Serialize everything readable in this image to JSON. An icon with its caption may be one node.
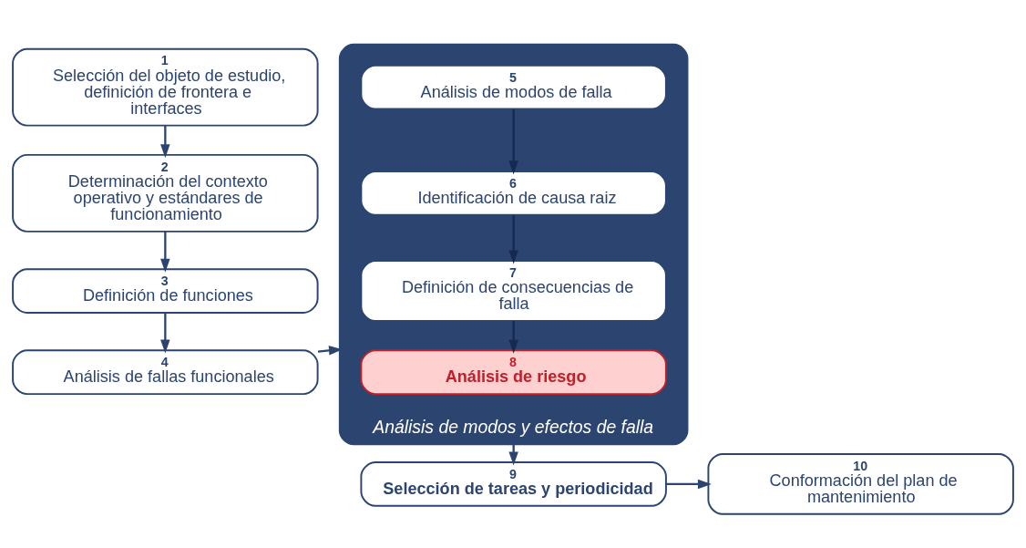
{
  "diagram": {
    "nodes": [
      {
        "text": [
          "1",
          "Selección del objeto de estudio, definición de frontera e interfaces"
        ]
      },
      {
        "text": [
          "2",
          "Determinación del contexto operativo y estándares de funcionamiento"
        ]
      },
      {
        "text": [
          "3",
          "Definición de funciones"
        ]
      },
      {
        "text": [
          "4",
          "Análisis de fallas funcionales"
        ]
      },
      {
        "text": [
          "Análisis de modos y efectos de falla"
        ]
      },
      {
        "text": [
          "5",
          "Análisis de modos de falla"
        ],
        "in": 4
      },
      {
        "text": [
          "6",
          "Identificación de causa raiz"
        ],
        "in": 4
      },
      {
        "text": [
          "7",
          "Definición de consecuencias de falla"
        ],
        "in": 4
      },
      {
        "text": [
          "8",
          "Análisis de riesgo"
        ],
        "in": 4
      },
      {
        "text": [
          "9",
          "Selección de tareas y periodicidad"
        ]
      },
      {
        "text": [
          "10",
          "Conformación del plan de mantenimiento"
        ]
      }
    ],
    "edges": [
      {
        "from": 0,
        "to": 1,
        "arrow": "to"
      },
      {
        "from": 1,
        "to": 2,
        "arrow": "to"
      },
      {
        "from": 2,
        "to": 3,
        "arrow": "to"
      },
      {
        "from": 3,
        "to": 4,
        "arrow": "to"
      },
      {
        "from": 5,
        "to": 6,
        "arrow": "to",
        "color": "#142a52"
      },
      {
        "from": 6,
        "to": 7,
        "arrow": "to",
        "color": "#142a52"
      },
      {
        "from": 7,
        "to": 8,
        "arrow": "to",
        "color": "#142a52"
      },
      {
        "from": 4,
        "to": 9,
        "arrow": "to"
      },
      {
        "from": 9,
        "to": 10,
        "arrow": "to"
      }
    ]
  }
}
